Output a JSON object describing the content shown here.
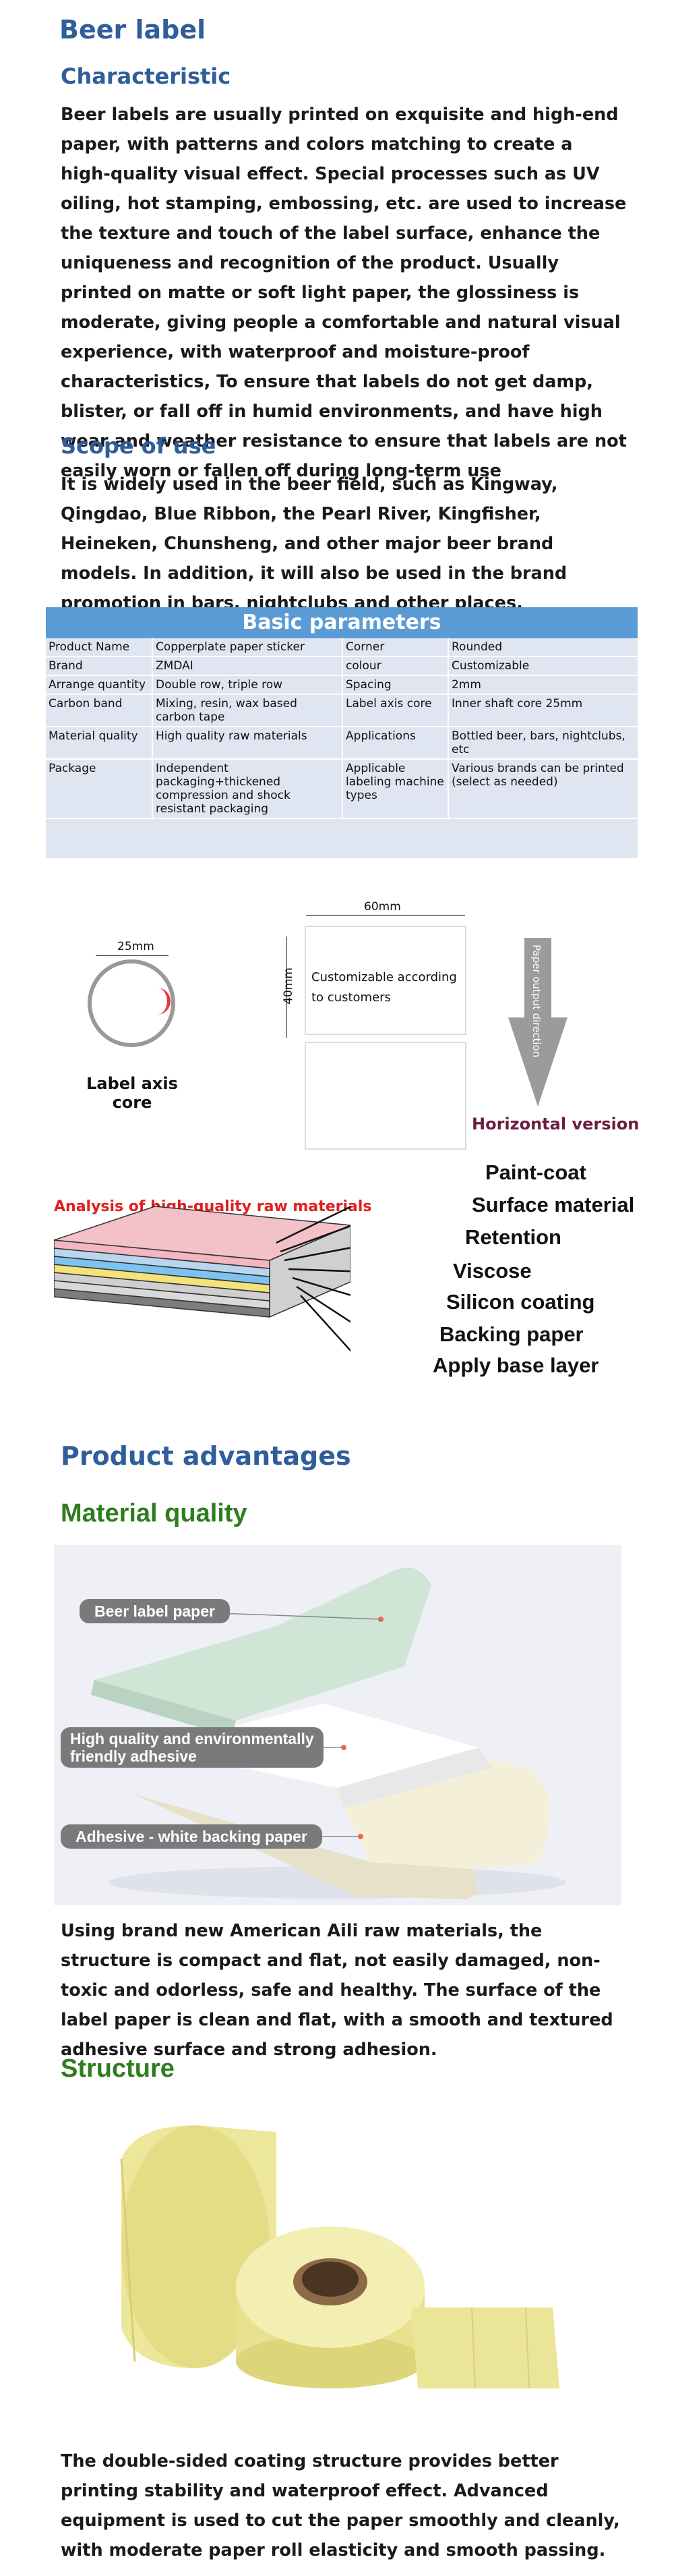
{
  "title": "Beer label",
  "characteristic": {
    "heading": "Characteristic",
    "body": "Beer labels are usually printed on exquisite and high-end paper, with patterns and colors matching to create a high-quality visual effect. Special processes such as UV oiling, hot stamping, embossing, etc. are used to increase the texture and touch of the label surface, enhance the uniqueness and recognition of the product. Usually printed on matte or soft light paper, the glossiness is moderate, giving people a comfortable and natural visual experience, with waterproof and moisture-proof characteristics, To ensure that labels do not get damp, blister, or fall off in humid environments, and have high wear and weather resistance to ensure that labels are not easily worn or fallen off during long-term use"
  },
  "scope": {
    "heading": "Scope of use",
    "body": "It is widely used in the beer field, such as Kingway, Qingdao, Blue Ribbon, the Pearl River, Kingfisher, Heineken, Chunsheng, and other major beer brand models. In addition, it will also be used in the brand promotion in bars, nightclubs and other places."
  },
  "parameters": {
    "heading": "Basic parameters",
    "rows": [
      [
        "Product Name",
        "Copperplate paper sticker",
        "Corner",
        "Rounded"
      ],
      [
        "Brand",
        "ZMDAI",
        "colour",
        "Customizable"
      ],
      [
        "Arrange quantity",
        "Double row, triple row",
        "Spacing",
        "2mm"
      ],
      [
        "Carbon band",
        "Mixing, resin, wax based carbon tape",
        "Label axis core",
        "Inner shaft core 25mm"
      ],
      [
        "Material quality",
        "High quality raw materials",
        "Applications",
        "Bottled beer, bars, nightclubs, etc"
      ],
      [
        "Package",
        "Independent packaging+thickened compression and shock resistant packaging",
        "Applicable labeling machine types",
        "Various brands can be printed (select as needed)"
      ]
    ]
  },
  "dimensions": {
    "core_size": "25mm",
    "core_caption": "Label axis core",
    "width": "60mm",
    "height": "40mm",
    "custom_text": "Customizable according to customers",
    "direction": "Paper output direction",
    "version": "Horizontal version"
  },
  "layers": {
    "title": "Analysis of high-quality raw materials",
    "labels": [
      "Paint-coat",
      "Surface material",
      "Retention",
      "Viscose",
      "Silicon coating",
      "Backing paper",
      "Apply base layer"
    ]
  },
  "advantages": {
    "heading": "Product advantages",
    "material": {
      "heading": "Material quality",
      "pill1": "Beer label paper",
      "pill2_line1": "High quality and environmentally",
      "pill2_line2": "friendly adhesive",
      "pill3": "Adhesive - white backing paper",
      "body": "Using brand new American Aili raw materials, the structure is compact and flat, not easily damaged, non-toxic and odorless, safe and healthy. The surface of the label paper is clean and flat, with a smooth and textured adhesive surface and strong adhesion."
    },
    "structure": {
      "heading": "Structure",
      "body": "The double-sided coating structure provides better printing stability and waterproof effect. Advanced equipment is used to cut the paper smoothly and cleanly, with moderate paper roll elasticity and smooth passing."
    }
  },
  "colors": {
    "heading_blue": "#2f5e9a",
    "table_header": "#5b9bd5",
    "table_body": "#dfe6f2",
    "green": "#2e7d1e",
    "accent_red": "#e02020",
    "version_purple": "#6b1c3f"
  }
}
